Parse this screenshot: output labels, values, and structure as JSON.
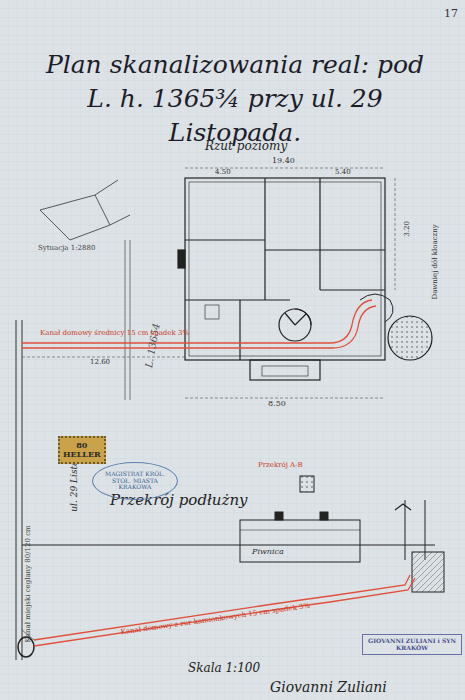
{
  "diagram": {
    "title": "Plan skanalizowania real: pod L. h. 1365¾ przy ul. 29 Listopada.",
    "nodes": [
      {
        "text": [
          "80",
          "HELLER"
        ]
      },
      {
        "text": [
          "MAGISTRAT KRÓL. STOŁ. MIASTA KRAKOWA"
        ]
      },
      {
        "text": [
          "GIOVANNI ZULIANI i SYN",
          "KRAKÓW"
        ]
      }
    ],
    "labels": [
      "17",
      "L. 13654",
      "Rzut poziomy",
      "Sytuacja 1:2880",
      "Kanał domowy średnicy 15 cm spadek 3%",
      "Dawniej dół kloaczny",
      "19.40",
      "4.50",
      "5.40",
      "8.50",
      "3.20",
      "12.60",
      "ul. 29 Listopada",
      "Kanał miejski ceglany 80/120 cm",
      "Przekrój podłużny",
      "Przekrój A-B",
      "Piwnica",
      "Kanał domowy z rur kamionkowych 15 cm spadek 3%",
      "Skala 1:100",
      "Giovanni Zuliani"
    ]
  }
}
